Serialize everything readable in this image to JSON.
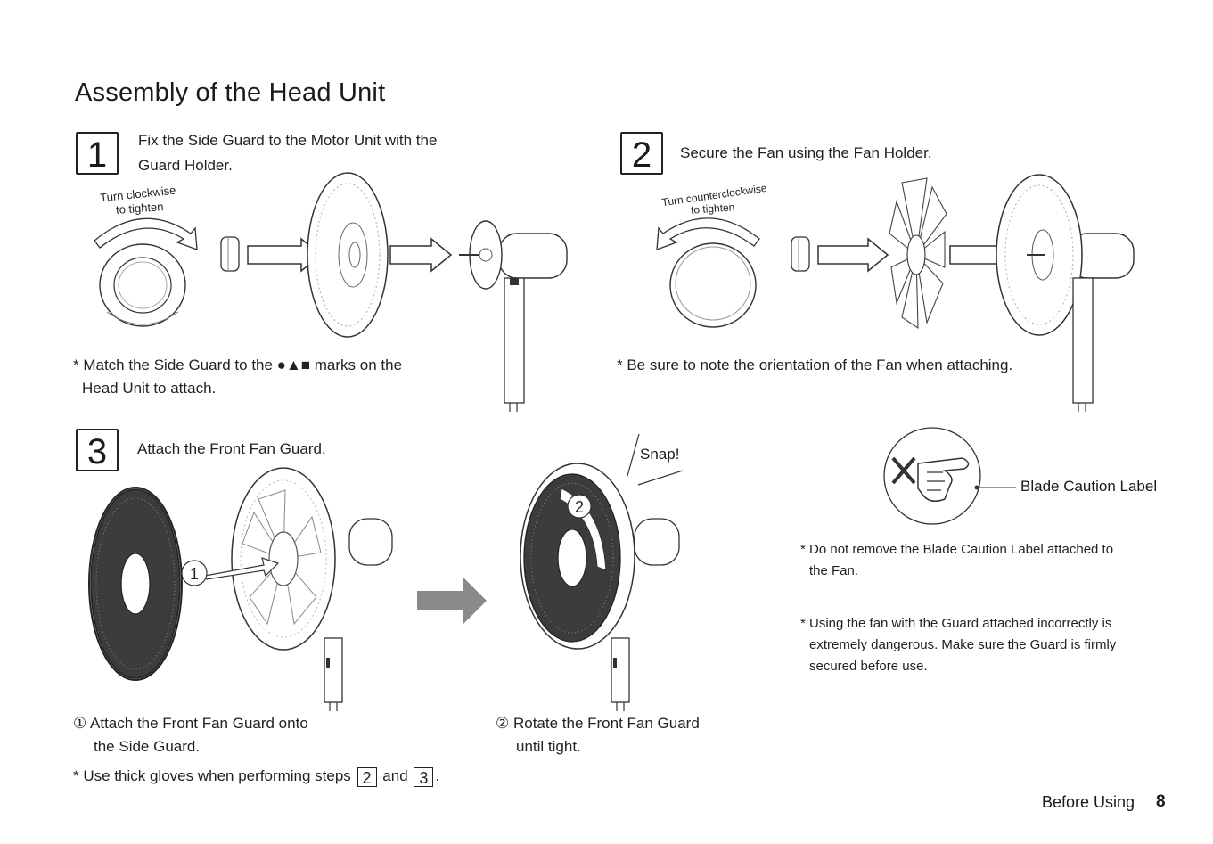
{
  "title": "Assembly of the Head Unit",
  "step1": {
    "number": "1",
    "line1": "Fix the Side Guard to the Motor Unit with the",
    "line2": "Guard Holder.",
    "turn_line1": "Turn clockwise",
    "turn_line2": "to tighten",
    "note_line1": "* Match the Side Guard to the ●▲■ marks on the",
    "note_line2": "Head Unit to attach."
  },
  "step2": {
    "number": "2",
    "text": "Secure the Fan using the Fan Holder.",
    "turn_line1": "Turn counterclockwise",
    "turn_line2": "to tighten",
    "note": "* Be sure to note the orientation of the Fan when attaching."
  },
  "step3": {
    "number": "3",
    "text": "Attach the Front Fan Guard.",
    "marker1": "1",
    "marker2": "2",
    "snap": "Snap!",
    "caption1_line1": "① Attach the Front Fan Guard onto",
    "caption1_line2": "the Side Guard.",
    "caption2_line1": "② Rotate the Front Fan Guard",
    "caption2_line2": "until tight."
  },
  "gloves": {
    "prefix": "* Use thick gloves when performing steps",
    "step_a": "2",
    "and": "and",
    "step_b": "3",
    "suffix": "."
  },
  "caution": {
    "label": "Blade Caution Label",
    "note1_line1": "* Do not remove the Blade Caution Label attached to",
    "note1_line2": "the Fan.",
    "note2_line1": "* Using the fan with the Guard attached incorrectly is",
    "note2_line2": "extremely dangerous. Make sure the Guard is firmly",
    "note2_line3": "secured before use."
  },
  "footer": {
    "section": "Before Using",
    "page": "8"
  }
}
